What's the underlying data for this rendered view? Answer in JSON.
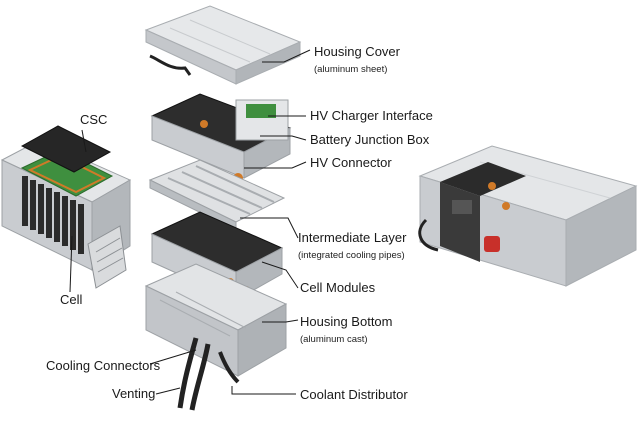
{
  "labels": {
    "housing_cover": "Housing Cover",
    "housing_cover_sub": "(aluminum sheet)",
    "hv_charger_interface": "HV Charger Interface",
    "battery_junction_box": "Battery Junction Box",
    "hv_connector": "HV Connector",
    "intermediate_layer": "Intermediate Layer",
    "intermediate_layer_sub": "(integrated cooling pipes)",
    "cell_modules": "Cell Modules",
    "housing_bottom": "Housing Bottom",
    "housing_bottom_sub": "(aluminum cast)",
    "cooling_connectors": "Cooling Connectors",
    "venting": "Venting",
    "coolant_distributor": "Coolant Distributor",
    "csc": "CSC",
    "cell": "Cell"
  },
  "colors": {
    "aluminum": "#d9dbdd",
    "aluminum_shade": "#a9adb1",
    "cell_black": "#2b2b2b",
    "copper": "#d07a28",
    "pcb_green": "#3f8f3f",
    "leader_line": "#1a1a1a",
    "red_wire": "#c8302a"
  }
}
